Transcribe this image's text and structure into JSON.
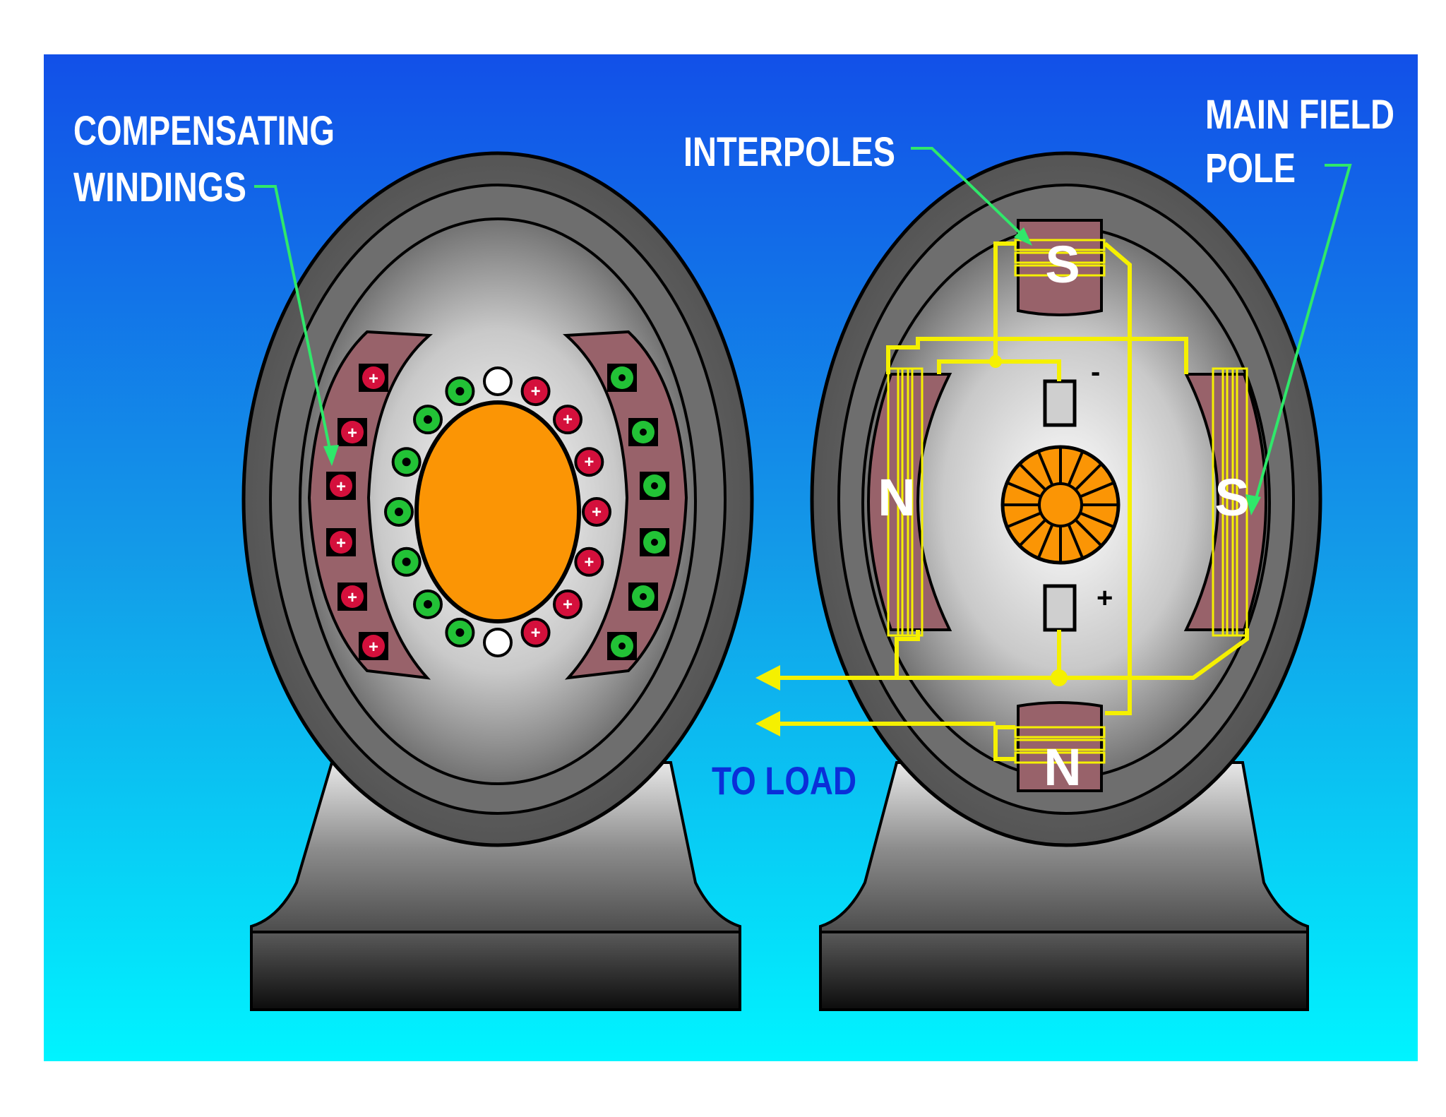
{
  "labels": {
    "compensating_line1": "COMPENSATING",
    "compensating_line2": "WINDINGS",
    "interpoles": "INTERPOLES",
    "main_field_line1": "MAIN FIELD",
    "main_field_line2": "POLE",
    "to_load": "TO LOAD"
  },
  "poles": {
    "interpole_top": "S",
    "interpole_bottom": "N",
    "main_left": "N",
    "main_right": "S"
  },
  "brush_signs": {
    "top": "-",
    "bottom": "+"
  },
  "colors": {
    "background_top": "#1657e6",
    "background_bottom": "#00f0ff",
    "pole": "#98626a",
    "armature": "#fb9505",
    "winding": "#f5f000",
    "leader": "#2fe86a",
    "to_load_text": "#0a2fd8",
    "conductor_red": "#d4103c",
    "conductor_green": "#22c236"
  }
}
